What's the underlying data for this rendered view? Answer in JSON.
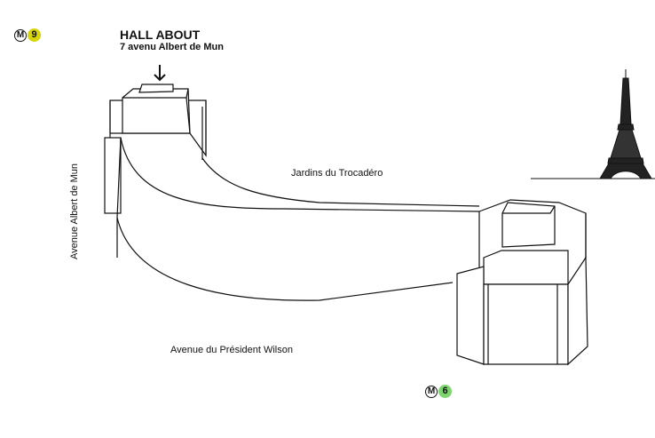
{
  "venue": {
    "name": "HALL ABOUT",
    "address": "7 avenu Albert de Mun"
  },
  "metro": [
    {
      "symbol": "M",
      "line": "9",
      "color": "#d6d40a"
    },
    {
      "symbol": "M",
      "line": "6",
      "color": "#7ed56f"
    }
  ],
  "streets": {
    "garden": "Jardins du Trocadéro",
    "left_avenue": "Avenue Albert de Mun",
    "bottom_avenue": "Avenue du Président Wilson"
  },
  "icons": [
    "down-arrow-icon",
    "eiffel-tower-icon"
  ]
}
